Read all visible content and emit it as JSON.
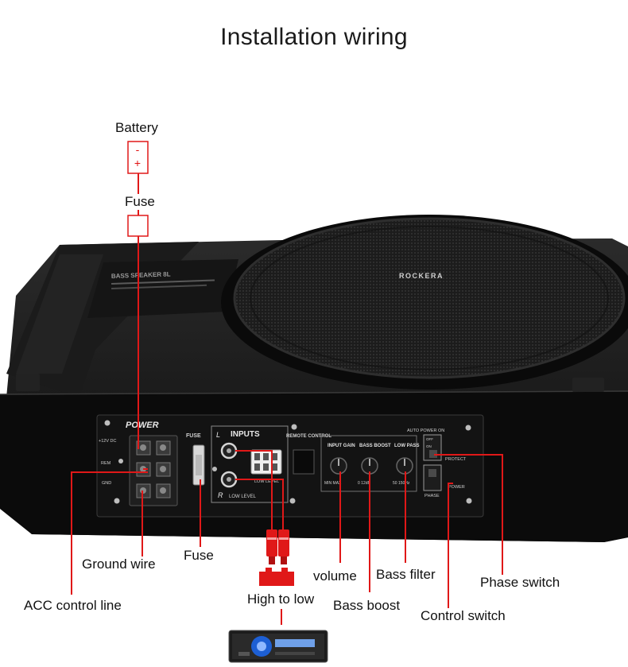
{
  "title": "Installation wiring",
  "labels": {
    "battery": "Battery",
    "battery_minus": "-",
    "battery_plus": "+",
    "fuse_top": "Fuse",
    "ground_wire": "Ground wire",
    "fuse_bottom": "Fuse",
    "acc_control_line": "ACC control line",
    "high_to_low": "High to low",
    "volume": "volume",
    "bass_boost": "Bass boost",
    "bass_filter": "Bass filter",
    "phase_switch": "Phase switch",
    "control_switch": "Control switch"
  },
  "device": {
    "brand": "ROCKERA",
    "model": "BASS SPEAKER 8L",
    "panel": {
      "power": "POWER",
      "terminals": [
        "+12V DC",
        "REM",
        "GND"
      ],
      "fuse": "FUSE",
      "inputs": "INPUTS",
      "left": "L",
      "right": "R",
      "low_level": "LOW LEVEL",
      "remote_control": "REMOTE CONTROL",
      "knobs": [
        {
          "label": "INPUT GAIN",
          "scale": "MIN  MAX"
        },
        {
          "label": "BASS BOOST",
          "scale": "0  12dB"
        },
        {
          "label": "LOW PASS",
          "scale": "50  150Hz"
        }
      ],
      "auto_power": "AUTO POWER ON",
      "off": "OFF",
      "on": "ON",
      "protect": "PROTECT",
      "phase": "PHASE",
      "power_led": "POWER"
    }
  },
  "colors": {
    "wire": "#e01818",
    "body": "#0d0d0d",
    "panel": "#141414",
    "text": "#111111"
  }
}
